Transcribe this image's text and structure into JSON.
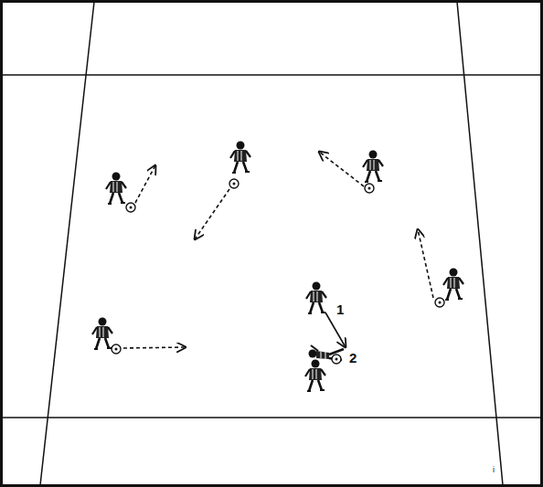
{
  "diagram": {
    "labels": [
      "1",
      "2",
      "i"
    ]
  }
}
